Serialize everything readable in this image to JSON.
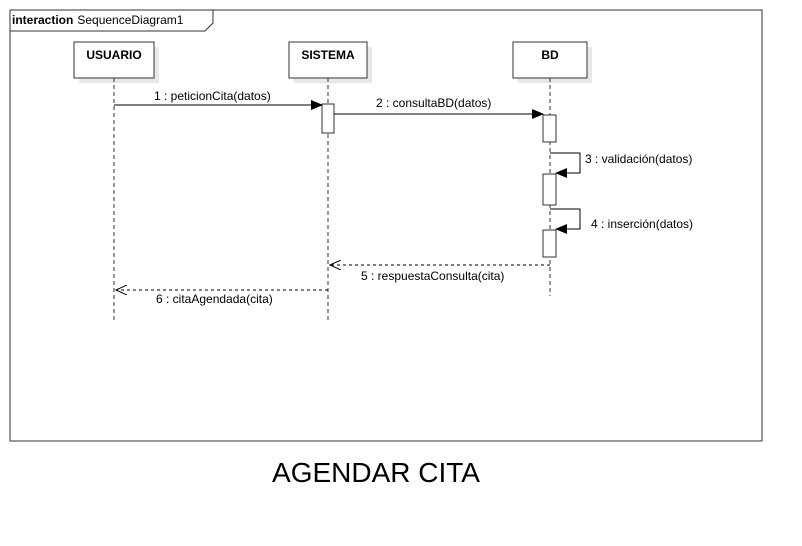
{
  "frame": {
    "keyword": "interaction",
    "name": "SequenceDiagram1"
  },
  "lifelines": [
    {
      "id": "usuario",
      "name": "USUARIO"
    },
    {
      "id": "sistema",
      "name": "SISTEMA"
    },
    {
      "id": "bd",
      "name": "BD"
    }
  ],
  "messages": [
    {
      "id": "m1",
      "label": "1 : peticionCita(datos)"
    },
    {
      "id": "m2",
      "label": "2 : consultaBD(datos)"
    },
    {
      "id": "m3",
      "label": "3 : validación(datos)"
    },
    {
      "id": "m4",
      "label": "4 : inserción(datos)"
    },
    {
      "id": "m5",
      "label": "5 : respuestaConsulta(cita)"
    },
    {
      "id": "m6",
      "label": "6 : citaAgendada(cita)"
    }
  ],
  "caption": "AGENDAR CITA"
}
